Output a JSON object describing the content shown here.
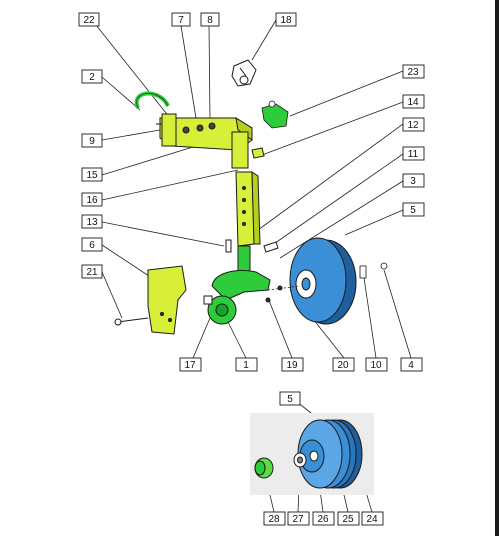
{
  "diagram": {
    "callouts": [
      {
        "id": "c22",
        "label": "22"
      },
      {
        "id": "c7",
        "label": "7"
      },
      {
        "id": "c8",
        "label": "8"
      },
      {
        "id": "c18",
        "label": "18"
      },
      {
        "id": "c2",
        "label": "2"
      },
      {
        "id": "c23",
        "label": "23"
      },
      {
        "id": "c14",
        "label": "14"
      },
      {
        "id": "c9",
        "label": "9"
      },
      {
        "id": "c12",
        "label": "12"
      },
      {
        "id": "c11",
        "label": "11"
      },
      {
        "id": "c15",
        "label": "15"
      },
      {
        "id": "c3",
        "label": "3"
      },
      {
        "id": "c16",
        "label": "16"
      },
      {
        "id": "c5",
        "label": "5"
      },
      {
        "id": "c13",
        "label": "13"
      },
      {
        "id": "c6",
        "label": "6"
      },
      {
        "id": "c21",
        "label": "21"
      },
      {
        "id": "c17",
        "label": "17"
      },
      {
        "id": "c1",
        "label": "1"
      },
      {
        "id": "c19",
        "label": "19"
      },
      {
        "id": "c20",
        "label": "20"
      },
      {
        "id": "c10",
        "label": "10"
      },
      {
        "id": "c4",
        "label": "4"
      },
      {
        "id": "c5b",
        "label": "5"
      },
      {
        "id": "c28",
        "label": "28"
      },
      {
        "id": "c27",
        "label": "27"
      },
      {
        "id": "c26",
        "label": "26"
      },
      {
        "id": "c25",
        "label": "25"
      },
      {
        "id": "c24",
        "label": "24"
      }
    ],
    "colors": {
      "frame": "#d8ef3a",
      "frame_dark": "#b5cf1f",
      "arm_green": "#2ecc3a",
      "arm_dark": "#17a32a",
      "tire_blue": "#3b8fd6",
      "tire_dark": "#1f5f9e",
      "ink": "#1a1a1a",
      "inset_bg": "#ececec"
    }
  }
}
